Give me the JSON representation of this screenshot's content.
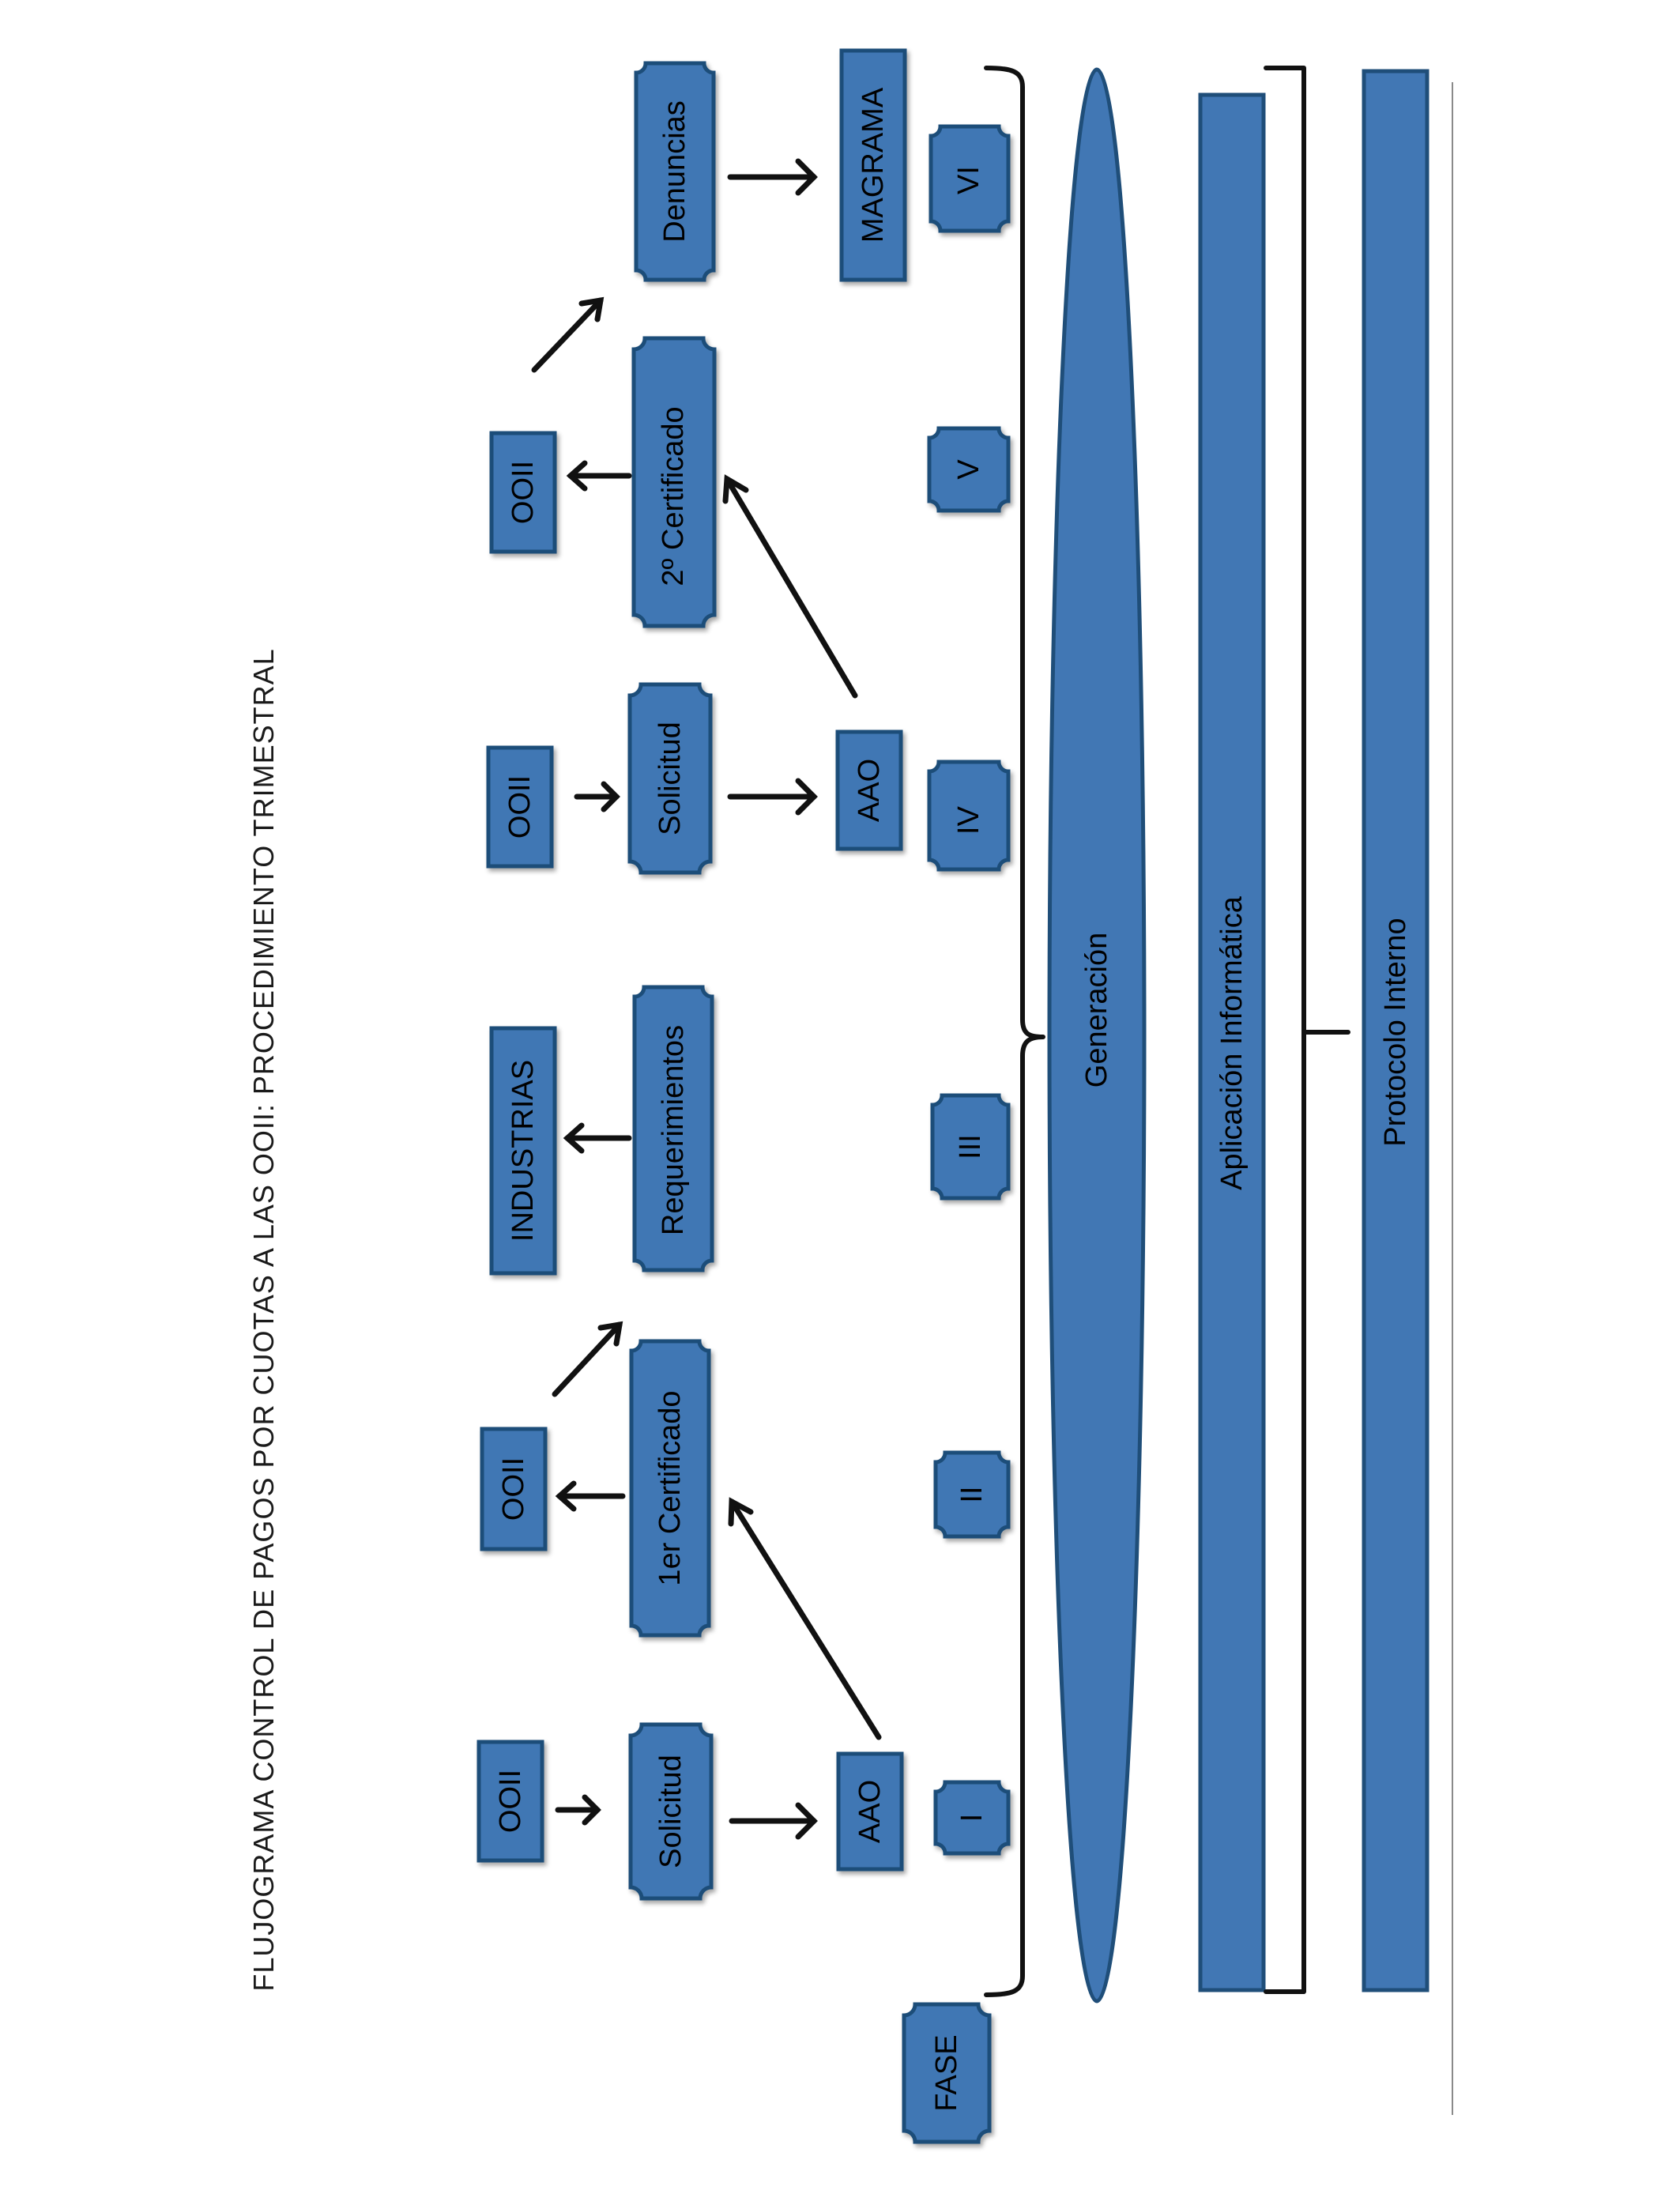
{
  "title": "FLUJOGRAMA CONTROL DE PAGOS POR CUOTAS A LAS OOII: PROCEDIMIENTO TRIMESTRAL",
  "colors": {
    "box_fill": "#4177b4",
    "box_stroke": "#1f4e79",
    "arrow": "#111111"
  },
  "nodes": {
    "ooii_1": "OOII",
    "solicitud_1": "Solicitud",
    "aao_1": "AAO",
    "ooii_2": "OOII",
    "certificado_1": "1er Certificado",
    "industrias": "INDUSTRIAS",
    "requerimientos": "Requerimientos",
    "ooii_3": "OOII",
    "solicitud_2": "Solicitud",
    "aao_2": "AAO",
    "ooii_4": "OOII",
    "certificado_2": "2º Certificado",
    "denuncias": "Denuncias",
    "magrama": "MAGRAMA"
  },
  "phases": {
    "label": "FASE",
    "items": [
      "I",
      "II",
      "III",
      "IV",
      "V",
      "VI"
    ]
  },
  "bands": {
    "generacion": "Generación",
    "aplicacion": "Aplicación Informática",
    "protocolo": "Protocolo Interno"
  }
}
